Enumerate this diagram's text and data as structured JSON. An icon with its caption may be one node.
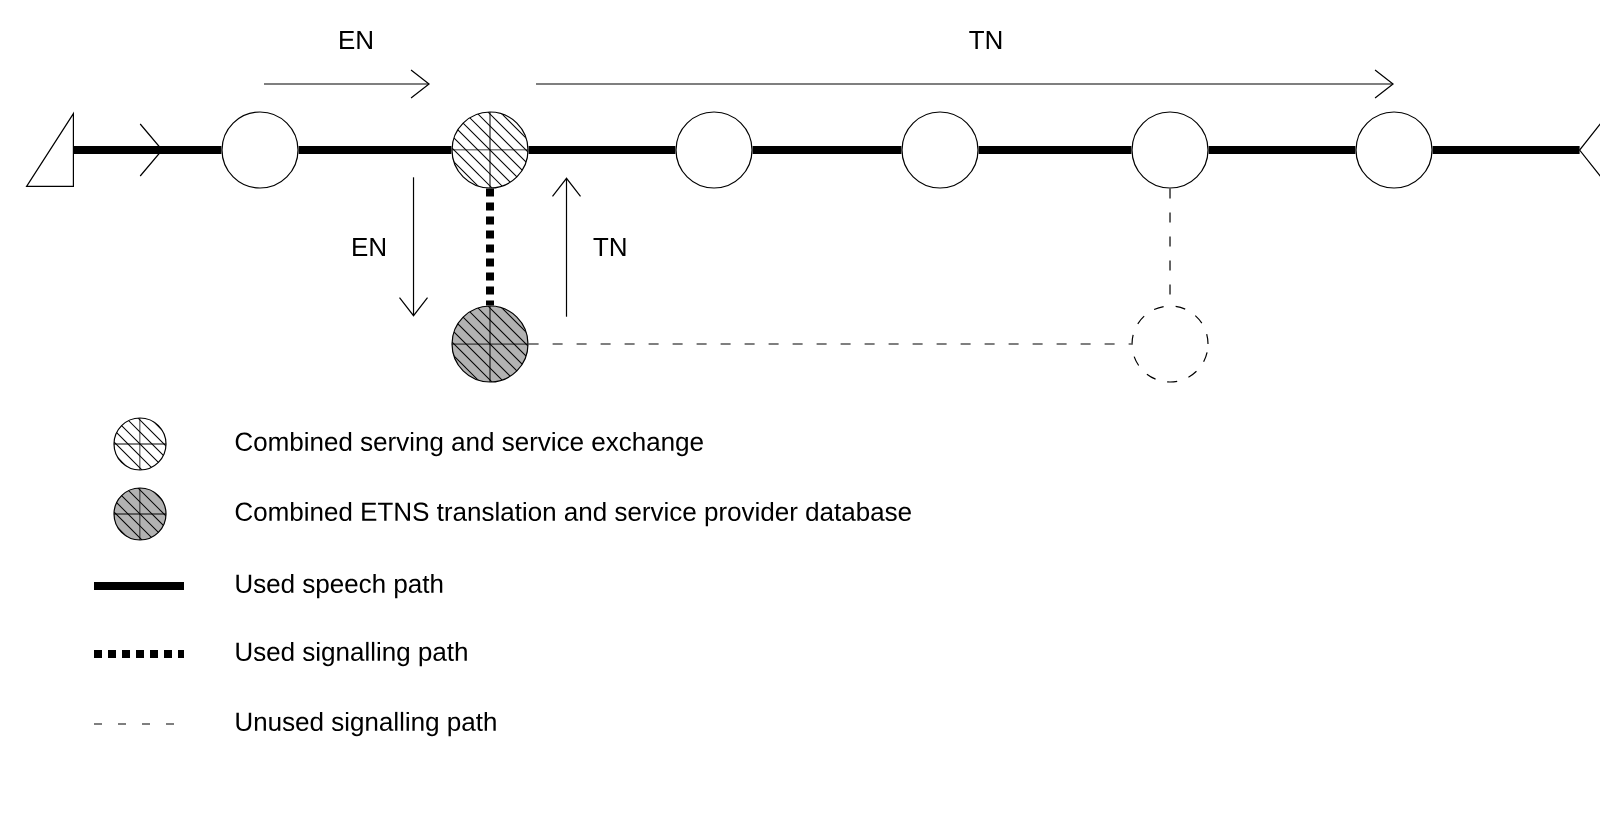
{
  "diagram": {
    "nodes": [
      {
        "text": [],
        "shape": "triangle"
      },
      {
        "text": [],
        "shape": "circle"
      },
      {
        "text": [],
        "shape": "circle"
      },
      {
        "text": [],
        "shape": "circle"
      },
      {
        "text": [],
        "shape": "circle"
      },
      {
        "text": [],
        "shape": "circle"
      },
      {
        "text": [],
        "shape": "circle"
      },
      {
        "text": [],
        "shape": "triangle"
      },
      {
        "text": [],
        "shape": "circle"
      },
      {
        "text": [],
        "shape": "circle"
      }
    ],
    "edges": [
      {
        "from": 0,
        "to": 1,
        "arrow": "to"
      },
      {
        "from": 1,
        "to": 2,
        "arrow": "none"
      },
      {
        "from": 2,
        "to": 3,
        "arrow": "none"
      },
      {
        "from": 3,
        "to": 4,
        "arrow": "none"
      },
      {
        "from": 4,
        "to": 5,
        "arrow": "none"
      },
      {
        "from": 5,
        "to": 6,
        "arrow": "none"
      },
      {
        "from": 6,
        "to": 7,
        "arrow": "none"
      },
      {
        "from": 2,
        "to": 8,
        "arrow": "none",
        "style": "dashed"
      },
      {
        "from": 8,
        "to": 9,
        "arrow": "none",
        "style": "dashed"
      },
      {
        "from": 5,
        "to": 9,
        "arrow": "none",
        "style": "dashed"
      },
      {
        "from": 2,
        "to": 8,
        "arrow": "to",
        "label": "EN"
      },
      {
        "from": 8,
        "to": 2,
        "arrow": "to",
        "label": "TN"
      }
    ],
    "labels": [
      "EN",
      "TN"
    ],
    "legend": [
      {
        "text": "Combined serving and service exchange"
      },
      {
        "text": "Combined ETNS translation and service provider database"
      },
      {
        "text": "Used speech path"
      },
      {
        "text": "Used signalling path"
      },
      {
        "text": "Unused signalling path"
      }
    ]
  }
}
